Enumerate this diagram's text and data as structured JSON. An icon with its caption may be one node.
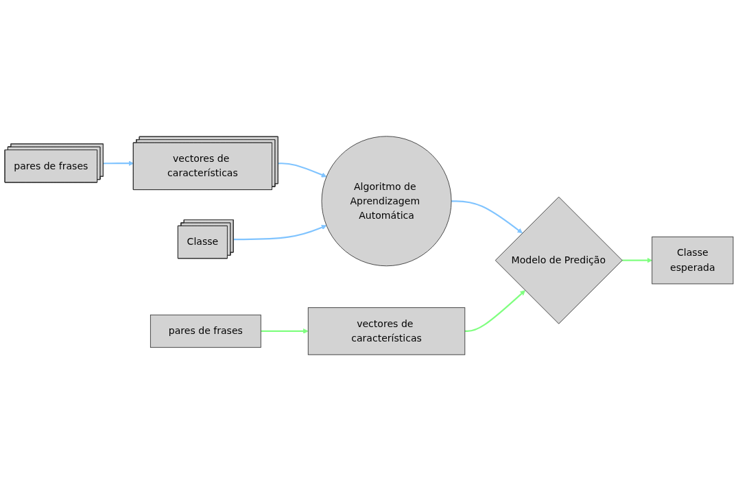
{
  "diagram": {
    "nodes": [
      {
        "text": [
          "pares de frases"
        ]
      },
      {
        "text": [
          "vectores de características"
        ]
      },
      {
        "text": [
          "Algoritmo de Aprendizagem Automática"
        ]
      },
      {
        "text": [
          "Classe"
        ]
      },
      {
        "text": [
          "pares de frases"
        ]
      },
      {
        "text": [
          "vectores de características"
        ]
      },
      {
        "text": [
          "Modelo de Predição"
        ]
      },
      {
        "text": [
          "Classe",
          "esperada"
        ]
      }
    ],
    "edges": [
      {
        "from": 0,
        "to": 1,
        "arrow": "to"
      },
      {
        "from": 1,
        "to": 2,
        "arrow": "to"
      },
      {
        "from": 3,
        "to": 2,
        "arrow": "to"
      },
      {
        "from": 2,
        "to": 6,
        "arrow": "to"
      },
      {
        "from": 4,
        "to": 5,
        "arrow": "to",
        "color": "#80ff80"
      },
      {
        "from": 5,
        "to": 6,
        "arrow": "to",
        "color": "#80ff80"
      },
      {
        "from": 6,
        "to": 7,
        "arrow": "to",
        "color": "#80ff80"
      }
    ]
  }
}
